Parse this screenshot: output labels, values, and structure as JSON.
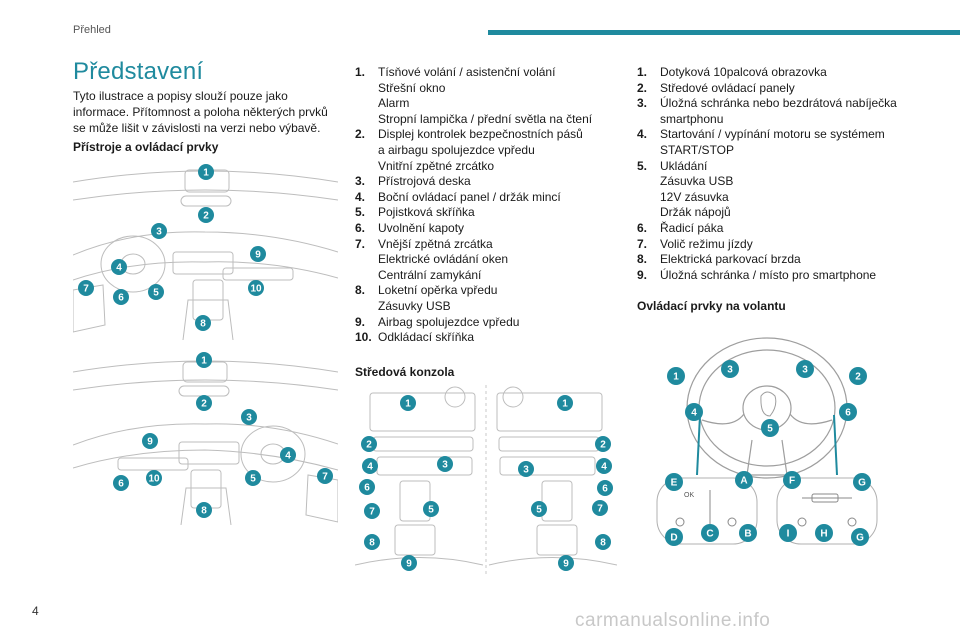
{
  "header": {
    "section": "Přehled"
  },
  "title": "Představení",
  "intro": "Tyto ilustrace a popisy slouží pouze jako informace. Přítomnost a poloha některých prvků se může lišit v závislosti na verzi nebo výbavě.",
  "heading_instruments": "Přístroje a ovládací prvky",
  "list_instruments": [
    {
      "n": "1.",
      "t": "Tísňové volání / asistenční volání\nStřešní okno\nAlarm\nStropní lampička / přední světla na čtení"
    },
    {
      "n": "2.",
      "t": "Displej kontrolek bezpečnostních pásů\na airbagu spolujezdce vpředu\nVnitřní zpětné zrcátko"
    },
    {
      "n": "3.",
      "t": "Přístrojová deska"
    },
    {
      "n": "4.",
      "t": "Boční ovládací panel / držák mincí"
    },
    {
      "n": "5.",
      "t": "Pojistková skříňka"
    },
    {
      "n": "6.",
      "t": "Uvolnění kapoty"
    },
    {
      "n": "7.",
      "t": "Vnější zpětná zrcátka\nElektrické ovládání oken\nCentrální zamykání"
    },
    {
      "n": "8.",
      "t": "Loketní opěrka vpředu\nZásuvky USB"
    },
    {
      "n": "9.",
      "t": "Airbag spolujezdce vpředu"
    },
    {
      "n": "10.",
      "t": "Odkládací skříňka"
    }
  ],
  "heading_console": "Středová konzola",
  "list_console": [
    {
      "n": "1.",
      "t": "Dotyková 10palcová obrazovka"
    },
    {
      "n": "2.",
      "t": "Středové ovládací panely"
    },
    {
      "n": "3.",
      "t": "Úložná schránka nebo bezdrátová nabíječka\nsmartphonu"
    },
    {
      "n": "4.",
      "t": "Startování / vypínání motoru se systémem\nSTART/STOP"
    },
    {
      "n": "5.",
      "t": "Ukládání\nZásuvka USB\n12V zásuvka\nDržák nápojů"
    },
    {
      "n": "6.",
      "t": "Řadicí páka"
    },
    {
      "n": "7.",
      "t": "Volič režimu jízdy"
    },
    {
      "n": "8.",
      "t": "Elektrická parkovací brzda"
    },
    {
      "n": "9.",
      "t": "Úložná schránka / místo pro smartphone"
    }
  ],
  "heading_wheel": "Ovládací prvky na volantu",
  "diagram_labels": {
    "dash1": [
      "1",
      "2",
      "3",
      "9",
      "4",
      "7",
      "6",
      "5",
      "10",
      "8"
    ],
    "dash2": [
      "1",
      "2",
      "3",
      "9",
      "4",
      "7",
      "6",
      "10",
      "5",
      "8"
    ],
    "console": [
      "1",
      "1",
      "2",
      "2",
      "4",
      "3",
      "3",
      "4",
      "6",
      "6",
      "5",
      "7",
      "5",
      "7",
      "8",
      "8",
      "9",
      "9"
    ],
    "wheel": [
      "1",
      "3",
      "3",
      "2",
      "4",
      "6",
      "5",
      "E",
      "A",
      "F",
      "G",
      "D",
      "C",
      "B",
      "I",
      "H",
      "G"
    ],
    "wheel_small": [
      "OK"
    ]
  },
  "page_number": "4",
  "watermark": "carmanualsonline.info",
  "colors": {
    "accent": "#1f8a9e"
  }
}
